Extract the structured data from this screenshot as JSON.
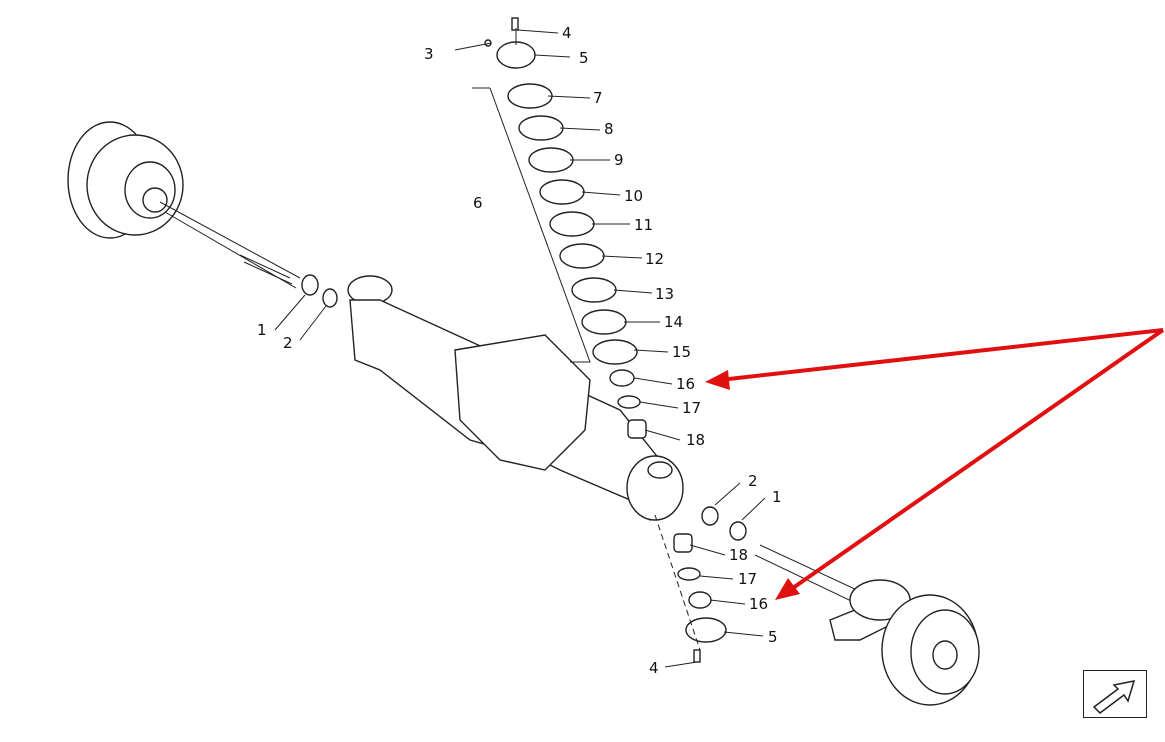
{
  "labels": {
    "top_4": "4",
    "top_3": "3",
    "top_5": "5",
    "l7": "7",
    "l8": "8",
    "l9": "9",
    "l10": "10",
    "l11": "11",
    "l12": "12",
    "l13": "13",
    "l14": "14",
    "l15": "15",
    "l6": "6",
    "top_16": "16",
    "top_17": "17",
    "top_18": "18",
    "left_1": "1",
    "left_2": "2",
    "right_2": "2",
    "right_1": "1",
    "bot_18": "18",
    "bot_17": "17",
    "bot_16": "16",
    "bot_5": "5",
    "bot_4": "4"
  },
  "colors": {
    "callout_arrow": "#e01010",
    "line": "#222222"
  },
  "icons": {
    "orientation": "arrow-up-right-icon"
  }
}
